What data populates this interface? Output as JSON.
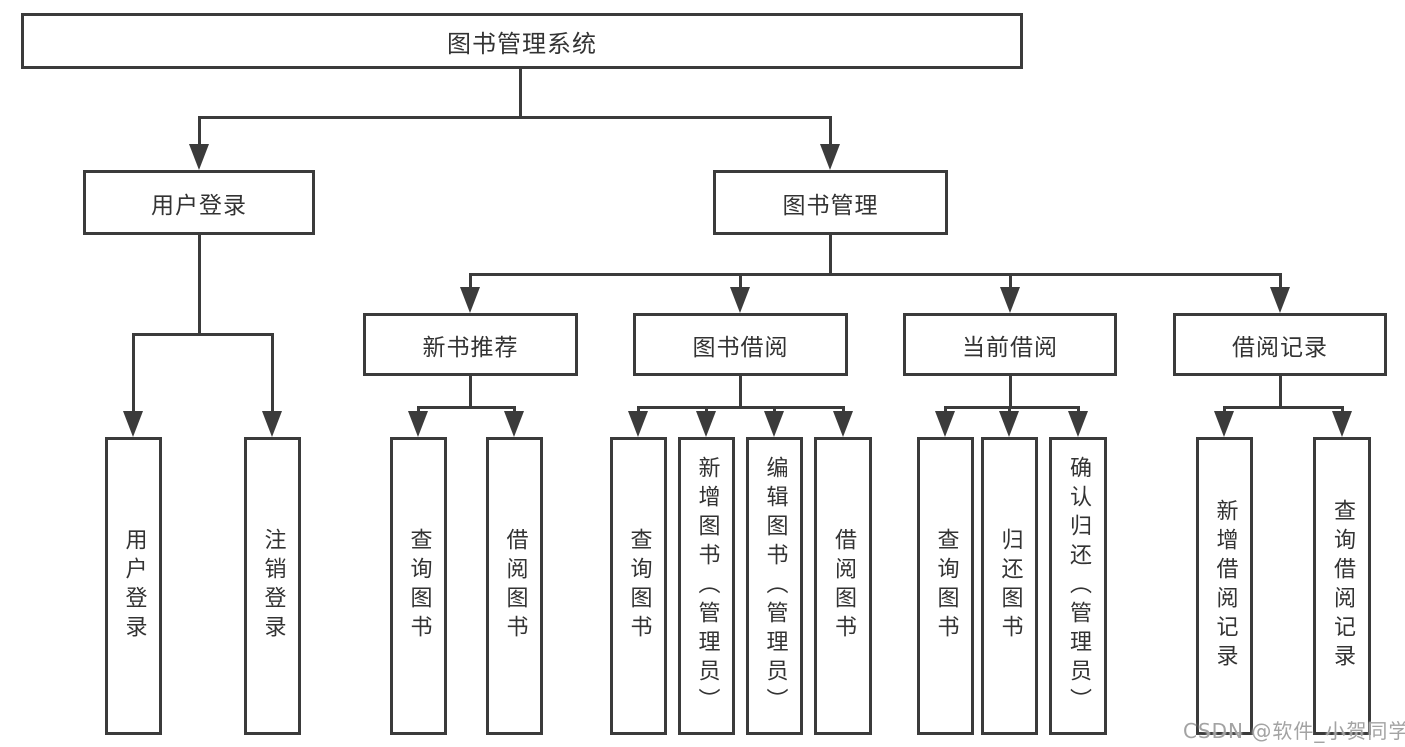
{
  "diagram": {
    "root": {
      "label": "图书管理系统"
    },
    "level2": [
      {
        "label": "用户登录"
      },
      {
        "label": "图书管理"
      }
    ],
    "level3": [
      {
        "label": "新书推荐"
      },
      {
        "label": "图书借阅"
      },
      {
        "label": "当前借阅"
      },
      {
        "label": "借阅记录"
      }
    ],
    "leaves": [
      {
        "label": "用户登录"
      },
      {
        "label": "注销登录"
      },
      {
        "label": "查询图书"
      },
      {
        "label": "借阅图书"
      },
      {
        "label": "查询图书"
      },
      {
        "label": "新增图书（管理员）"
      },
      {
        "label": "编辑图书（管理员）"
      },
      {
        "label": "借阅图书"
      },
      {
        "label": "查询图书"
      },
      {
        "label": "归还图书"
      },
      {
        "label": "确认归还（管理员）"
      },
      {
        "label": "新增借阅记录"
      },
      {
        "label": "查询借阅记录"
      }
    ],
    "watermark": "CSDN @软件_小贺同学",
    "colors": {
      "line": "#3b3b3b",
      "text": "#333333",
      "box_background": "#ffffff",
      "page_background": "#ffffff",
      "watermark": "#a3a3a3"
    }
  }
}
